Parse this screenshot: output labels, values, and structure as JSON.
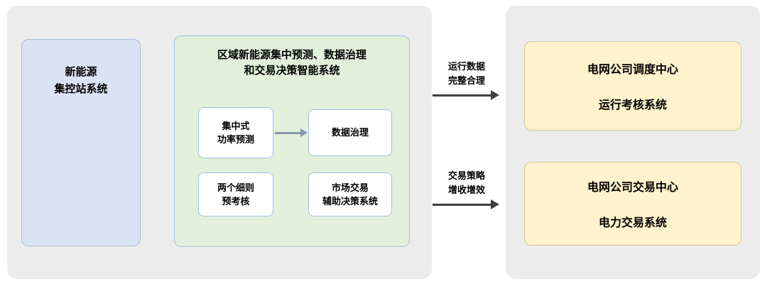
{
  "colors": {
    "panel_bg": "#ececec",
    "station_fill": "#dae3f3",
    "system_fill": "#e2efda",
    "module_border": "#9dc3e6",
    "output_fill": "#fff2cc",
    "flow_arrow": "#3f3f3f",
    "module_arrow": "#8496b0"
  },
  "station_box": {
    "line1": "新能源",
    "line2": "集控站系统"
  },
  "system_box": {
    "title_line1": "区域新能源集中预测、数据治理",
    "title_line2": "和交易决策智能系统"
  },
  "modules": {
    "power_forecast": {
      "line1": "集中式",
      "line2": "功率预测"
    },
    "data_governance": {
      "line1": "数据治理"
    },
    "rules_preassessment": {
      "line1": "两个细则",
      "line2": "预考核"
    },
    "market_decision": {
      "line1": "市场交易",
      "line2": "辅助决策系统"
    }
  },
  "flow_labels": {
    "top": {
      "line1": "运行数据",
      "line2": "完整合理"
    },
    "bottom": {
      "line1": "交易策略",
      "line2": "增收增效"
    }
  },
  "output_boxes": {
    "dispatch": {
      "line1": "电网公司调度中心",
      "line2": "运行考核系统"
    },
    "trading": {
      "line1": "电网公司交易中心",
      "line2": "电力交易系统"
    }
  }
}
